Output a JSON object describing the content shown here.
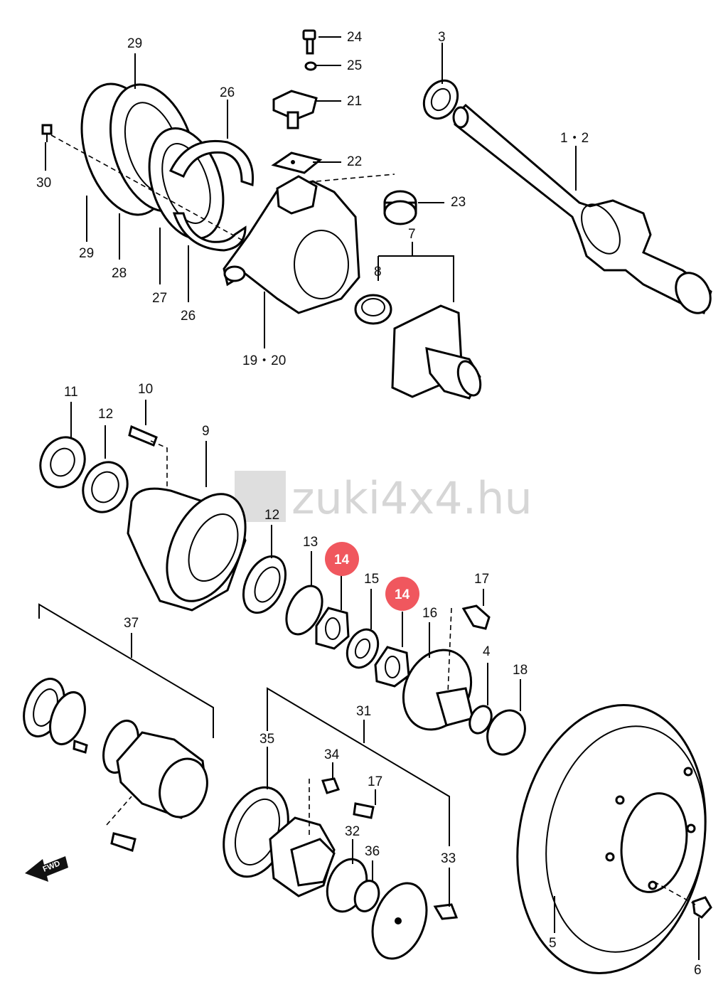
{
  "watermark": {
    "text": "zuki4x4.hu"
  },
  "callouts": {
    "p1_2": "1・2",
    "p3": "3",
    "p4": "4",
    "p5": "5",
    "p6": "6",
    "p7": "7",
    "p8": "8",
    "p9": "9",
    "p10": "10",
    "p11": "11",
    "p12a": "12",
    "p12b": "12",
    "p13": "13",
    "p14a": "14",
    "p14b": "14",
    "p15": "15",
    "p16": "16",
    "p17a": "17",
    "p17b": "17",
    "p18": "18",
    "p19_20": "19・20",
    "p21": "21",
    "p22": "22",
    "p23": "23",
    "p24": "24",
    "p25": "25",
    "p26a": "26",
    "p26b": "26",
    "p27": "27",
    "p28": "28",
    "p29a": "29",
    "p29b": "29",
    "p30": "30",
    "p31": "31",
    "p32": "32",
    "p33": "33",
    "p34": "34",
    "p35": "35",
    "p36": "36",
    "p37": "37"
  },
  "fwd_arrow": {
    "label": "FWD"
  },
  "colors": {
    "highlight": "#f0575e",
    "line": "#000000",
    "watermark": "#c9c9c9"
  }
}
